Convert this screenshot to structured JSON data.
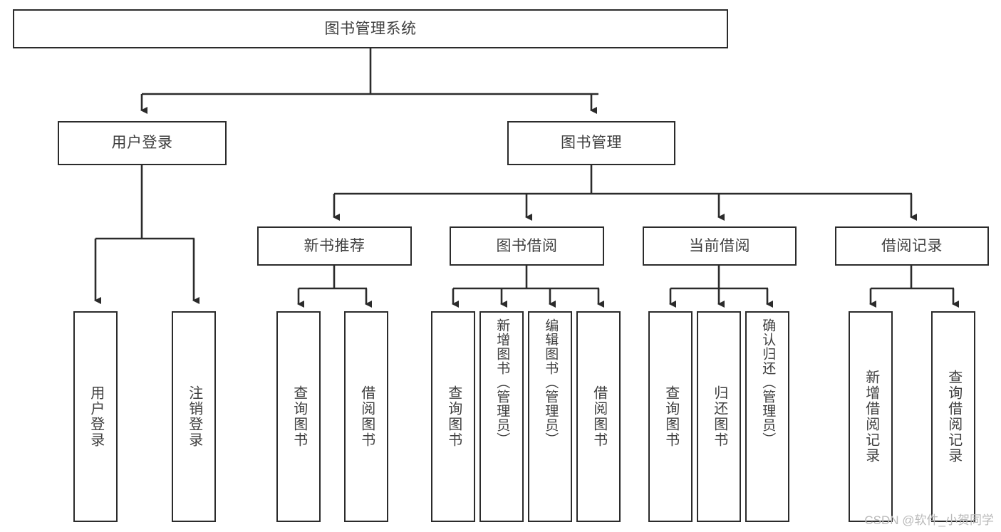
{
  "diagram": {
    "type": "tree-hierarchy",
    "title": "图书管理系统",
    "colors": {
      "box_border": "#2b2b2b",
      "box_fill": "#ffffff",
      "connector": "#2b2b2b",
      "text": "#3f3f3f",
      "watermark": "#b9b9b9",
      "background": "#ffffff"
    },
    "root": {
      "label": "图书管理系统"
    },
    "level1": [
      {
        "id": "user-login",
        "label": "用户登录"
      },
      {
        "id": "book-manage",
        "label": "图书管理"
      }
    ],
    "level2": [
      {
        "id": "new-book-recommend",
        "label": "新书推荐",
        "parent": "book-manage"
      },
      {
        "id": "book-borrow",
        "label": "图书借阅",
        "parent": "book-manage"
      },
      {
        "id": "current-borrow",
        "label": "当前借阅",
        "parent": "book-manage"
      },
      {
        "id": "borrow-record",
        "label": "借阅记录",
        "parent": "book-manage"
      }
    ],
    "leaves": [
      {
        "id": "leaf-user-login",
        "label": "用户登录",
        "parent": "user-login"
      },
      {
        "id": "leaf-user-logout",
        "label": "注销登录",
        "parent": "user-login"
      },
      {
        "id": "leaf-query-book-1",
        "label": "查询图书",
        "parent": "new-book-recommend"
      },
      {
        "id": "leaf-borrow-book-1",
        "label": "借阅图书",
        "parent": "new-book-recommend"
      },
      {
        "id": "leaf-query-book-2",
        "label": "查询图书",
        "parent": "book-borrow"
      },
      {
        "id": "leaf-add-book",
        "label": "新增图书（管理员）",
        "parent": "book-borrow"
      },
      {
        "id": "leaf-edit-book",
        "label": "编辑图书（管理员）",
        "parent": "book-borrow"
      },
      {
        "id": "leaf-borrow-book-2",
        "label": "借阅图书",
        "parent": "book-borrow"
      },
      {
        "id": "leaf-query-book-3",
        "label": "查询图书",
        "parent": "current-borrow"
      },
      {
        "id": "leaf-return-book",
        "label": "归还图书",
        "parent": "current-borrow"
      },
      {
        "id": "leaf-confirm-return",
        "label": "确认归还（管理员）",
        "parent": "current-borrow"
      },
      {
        "id": "leaf-add-record",
        "label": "新增借阅记录",
        "parent": "borrow-record"
      },
      {
        "id": "leaf-query-record",
        "label": "查询借阅记录",
        "parent": "borrow-record"
      }
    ]
  },
  "watermark": {
    "text": "CSDN @软件_小贺同学"
  }
}
